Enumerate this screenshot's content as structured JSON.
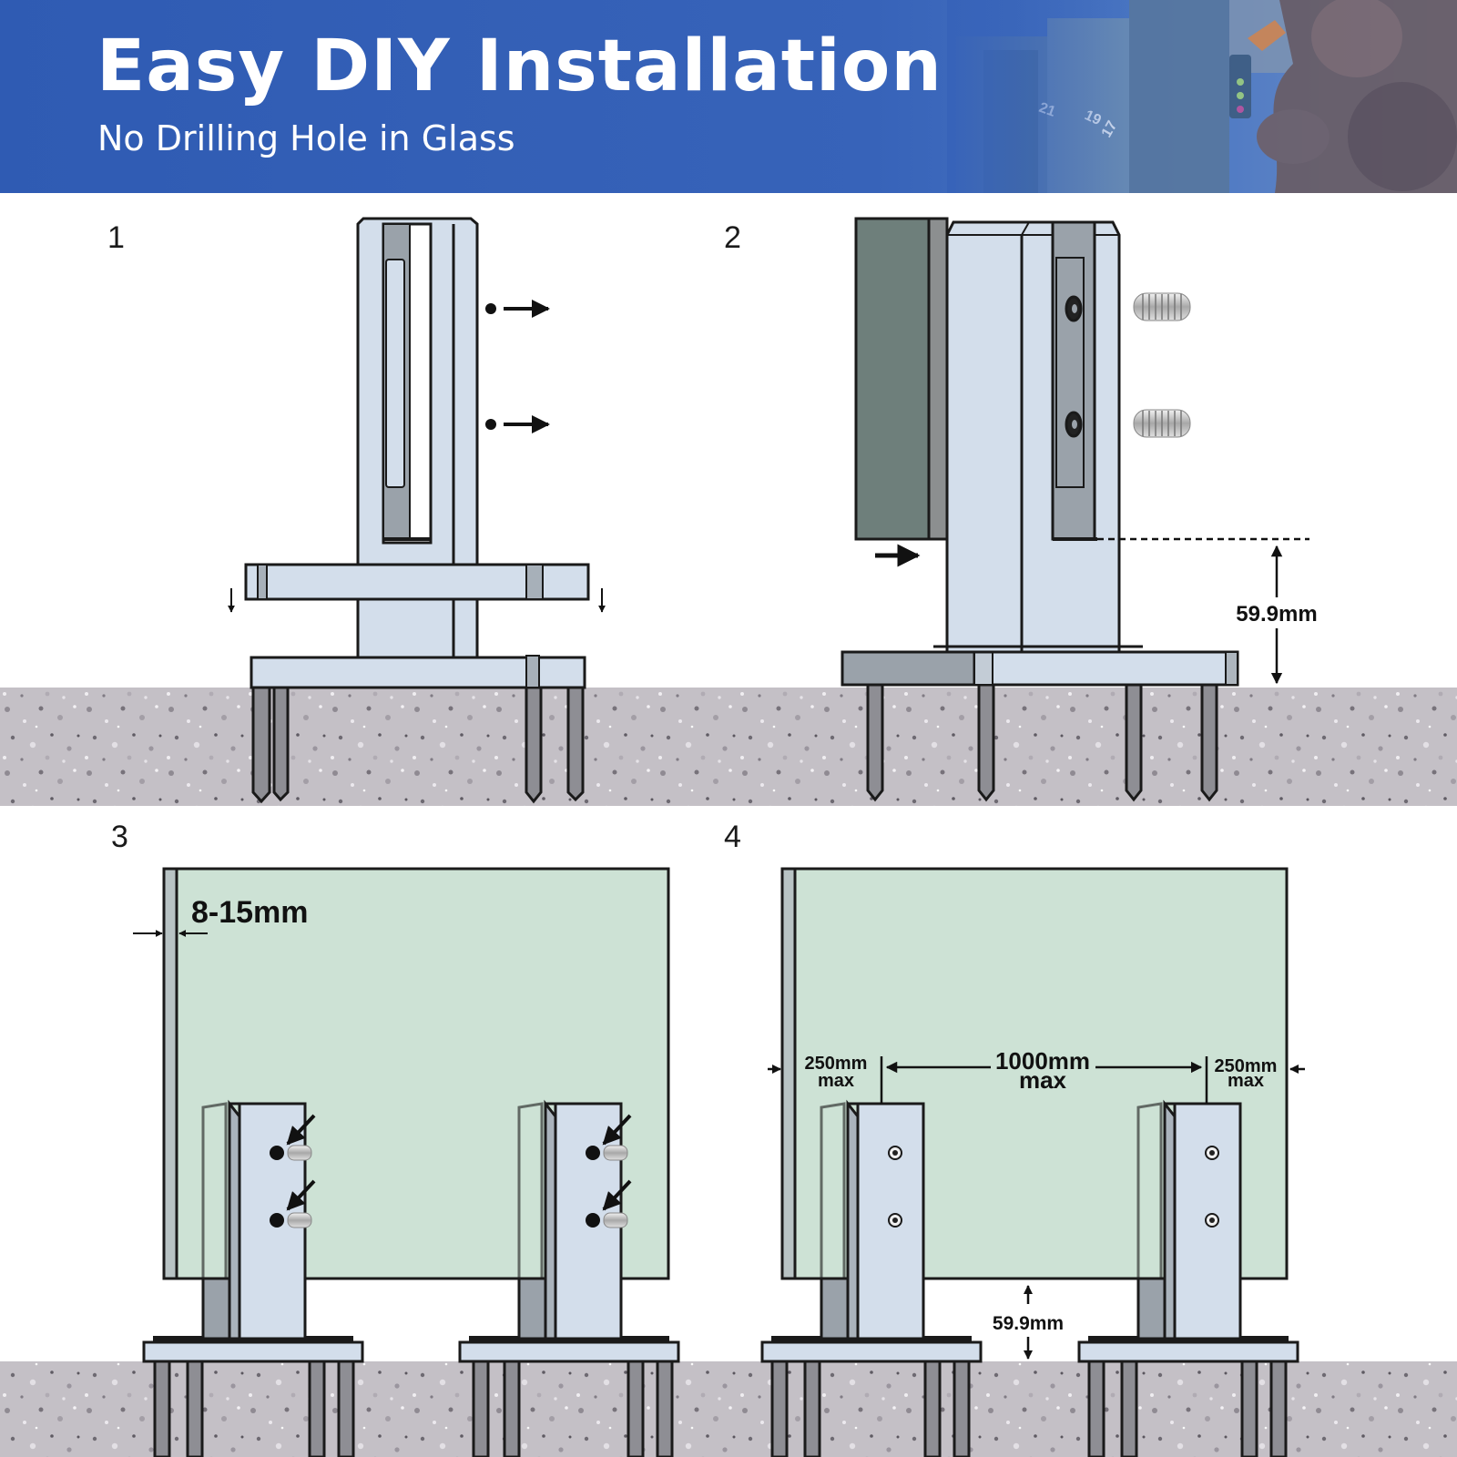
{
  "banner": {
    "title": "Easy DIY Installation",
    "subtitle": "No Drilling Hole in Glass",
    "background_color": "#3360b7",
    "photo_icon": "drill-photo-icon",
    "drill_dial_numbers": [
      "21",
      "19",
      "17"
    ]
  },
  "colors": {
    "metal_light": "#d3deeb",
    "metal_dark": "#9aa2aa",
    "glass_panel": "#cde2d5",
    "concrete": "#c3bfc5",
    "glass_dark": "#6e7f7b",
    "outline": "#1a1a1a"
  },
  "steps": [
    {
      "number": "1"
    },
    {
      "number": "2",
      "height_label": "59.9mm"
    },
    {
      "number": "3",
      "thickness_label": "8-15mm"
    },
    {
      "number": "4",
      "edge_left_value": "250mm",
      "edge_left_unit": "max",
      "spacing_value": "1000mm",
      "spacing_unit": "max",
      "edge_right_value": "250mm",
      "edge_right_unit": "max",
      "gap_label": "59.9mm"
    }
  ]
}
